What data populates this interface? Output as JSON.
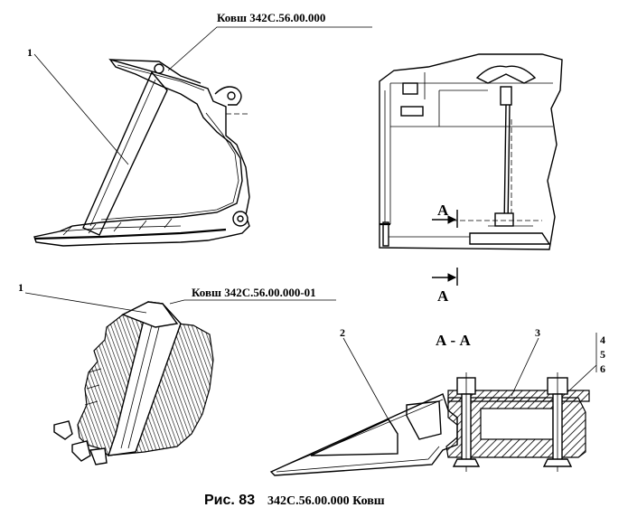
{
  "labels": {
    "bucket_a": "Ковш 342С.56.00.000",
    "bucket_b": "Ковш 342С.56.00.000-01",
    "part_1_top": "1",
    "part_1_bottom": "1",
    "part_2": "2",
    "part_3": "3",
    "part_4": "4",
    "part_5": "5",
    "part_6": "6",
    "section_marker_top": "A",
    "section_marker_bottom": "A",
    "section_title": "А - А"
  },
  "caption": {
    "figure": "Рис. 83",
    "text": "342С.56.00.000  Ковш"
  }
}
